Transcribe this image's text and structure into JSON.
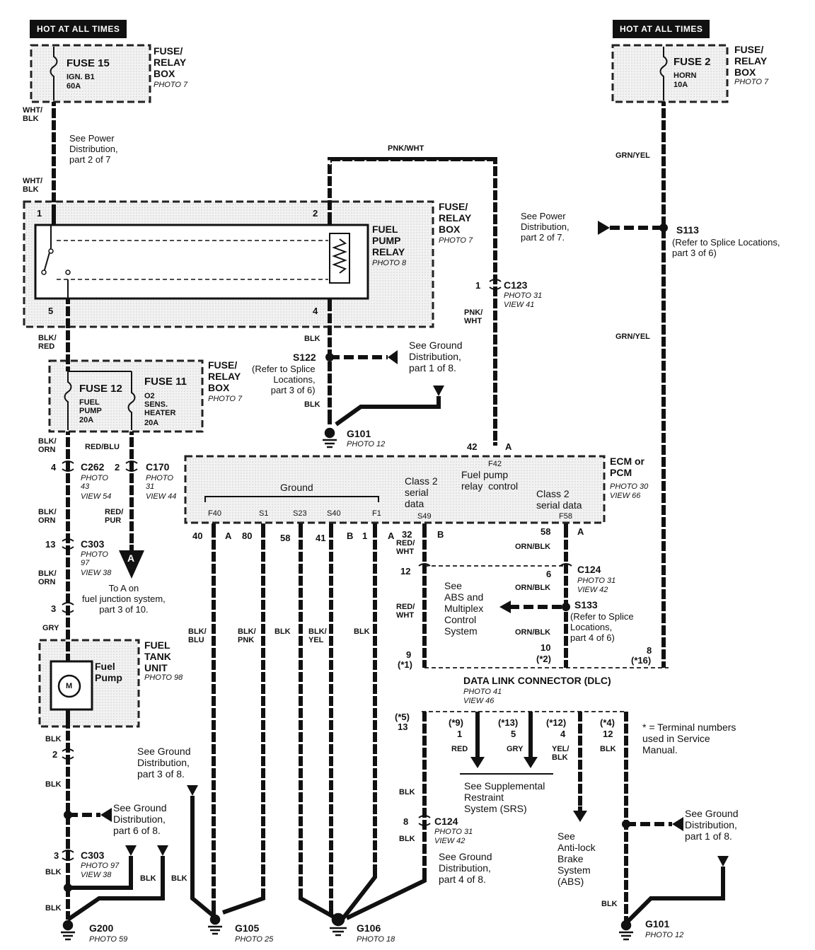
{
  "headers": {
    "left": "HOT AT ALL TIMES",
    "right": "HOT AT ALL TIMES"
  },
  "fuse15": {
    "name": "FUSE 15",
    "circuit": "IGN. B1",
    "rating": "60A"
  },
  "fuse2": {
    "name": "FUSE 2",
    "circuit": "HORN",
    "rating": "10A"
  },
  "fuse12": {
    "name": "FUSE 12",
    "circuit": "FUEL\nPUMP",
    "rating": "20A"
  },
  "fuse11": {
    "name": "FUSE 11",
    "circuit": "O2\nSENS.\nHEATER",
    "rating": "20A"
  },
  "boxes": {
    "frb_top_left": {
      "title": "FUSE/\nRELAY\nBOX",
      "photo": "PHOTO 7"
    },
    "frb_top_right": {
      "title": "FUSE/\nRELAY\nBOX",
      "photo": "PHOTO 7"
    },
    "frb_relay": {
      "title": "FUSE/\nRELAY\nBOX",
      "photo": "PHOTO 7"
    },
    "frb_fuses": {
      "title": "FUSE/\nRELAY\nBOX",
      "photo": "PHOTO 7"
    },
    "relay": {
      "title": "FUEL\nPUMP\nRELAY",
      "photo": "PHOTO 8"
    },
    "ecm": {
      "title": "ECM or\nPCM",
      "photo": "PHOTO 30",
      "view": "VIEW 66"
    },
    "fuel_tank": {
      "title": "FUEL\nTANK\nUNIT",
      "photo": "PHOTO 98",
      "pump": "Fuel\nPump",
      "motor": "M"
    },
    "dlc": {
      "title": "DATA LINK CONNECTOR (DLC)",
      "photo": "PHOTO 41",
      "view": "VIEW 46"
    }
  },
  "wires": {
    "wht_blk_1": "WHT/\nBLK",
    "wht_blk_2": "WHT/\nBLK",
    "pnk_wht_top": "PNK/WHT",
    "pnk_wht_side": "PNK/\nWHT",
    "grn_yel_1": "GRN/YEL",
    "grn_yel_2": "GRN/YEL",
    "blk_red": "BLK/\nRED",
    "blk_relay": "BLK",
    "blk_s122": "BLK",
    "blk_orn_1": "BLK/\nORN",
    "red_blu": "RED/BLU",
    "blk_orn_2": "BLK/\nORN",
    "red_pur": "RED/\nPUR",
    "blk_orn_3": "BLK/\nORN",
    "gry": "GRY",
    "blk_blu": "BLK/\nBLU",
    "blk_pnk": "BLK/\nPNK",
    "blk_58": "BLK",
    "blk_yel": "BLK/\nYEL",
    "blk_1": "BLK",
    "red_wht_1": "RED/\nWHT",
    "red_wht_2": "RED/\nWHT",
    "orn_blk_1": "ORN/BLK",
    "orn_blk_2": "ORN/BLK",
    "orn_blk_3": "ORN/BLK",
    "blk_pump": "BLK",
    "blk_2": "BLK",
    "blk_3": "BLK",
    "blk_4": "BLK",
    "blk_5": "BLK",
    "blk_c124": "BLK",
    "blk_c124b": "BLK",
    "red_dlc": "RED",
    "gry_dlc": "GRY",
    "yel_blk_dlc": "YEL/\nBLK",
    "blk_dlc12": "BLK",
    "blk_g101r": "BLK",
    "blk_g105": "BLK"
  },
  "pins": {
    "r1": "1",
    "r2": "2",
    "r5": "5",
    "r4": "4",
    "c123_1": "1",
    "c262_4": "4",
    "c170_2": "2",
    "c303_13": "13",
    "c303_3": "3",
    "pump_2": "2",
    "c303b_3": "3",
    "e40": "40",
    "eA1": "A",
    "e80": "80",
    "e58": "58",
    "e41": "41",
    "eB1": "B",
    "e1": "1",
    "eA2": "A",
    "e32": "32",
    "eB2": "B",
    "e58b": "58",
    "eA3": "A",
    "e42": "42",
    "eA4": "A",
    "c12": "12",
    "c6": "6",
    "d9": "9",
    "d9n": "(*1)",
    "d10": "10",
    "d10n": "(*2)",
    "d8": "8",
    "d8n": "(*16)",
    "d13n": "(*5)",
    "d13": "13",
    "d1n": "(*9)",
    "d1": "1",
    "d5n": "(*13)",
    "d5": "5",
    "d4n": "(*12)",
    "d4": "4",
    "d12n": "(*4)",
    "d12": "12",
    "c124_8": "8"
  },
  "ecm_pins": {
    "f40": "F40",
    "s1": "S1",
    "s23": "S23",
    "s40": "S40",
    "f1": "F1",
    "s49": "S49",
    "f58": "F58",
    "f42": "F42"
  },
  "ecm_text": {
    "ground": "Ground",
    "class2a": "Class 2\nserial\ndata",
    "fuelpump": "Fuel pump\nrelay  control",
    "class2b": "Class 2\nserial data"
  },
  "connectors": {
    "c123": {
      "name": "C123",
      "photo": "PHOTO 31",
      "view": "VIEW 41"
    },
    "c262": {
      "name": "C262",
      "photo": "PHOTO\n43",
      "view": "VIEW 54"
    },
    "c170": {
      "name": "C170",
      "photo": "PHOTO\n31",
      "view": "VIEW 44"
    },
    "c303": {
      "name": "C303",
      "photo": "PHOTO\n97",
      "view": "VIEW 38"
    },
    "c303b": {
      "name": "C303",
      "photo": "PHOTO 97",
      "view": "VIEW 38"
    },
    "c124": {
      "name": "C124",
      "photo": "PHOTO 31",
      "view": "VIEW 42"
    },
    "c124b": {
      "name": "C124",
      "photo": "PHOTO 31",
      "view": "VIEW 42"
    }
  },
  "splices": {
    "s122": {
      "name": "S122",
      "ref": "(Refer to Splice\nLocations,\npart 3 of 6)"
    },
    "s113": {
      "name": "S113",
      "ref": "(Refer to Splice Locations,\npart 3 of 6)"
    },
    "s133": {
      "name": "S133",
      "ref": "(Refer to Splice\nLocations,\npart 4 of 6)"
    }
  },
  "grounds": {
    "g101a": {
      "name": "G101",
      "photo": "PHOTO 12"
    },
    "g200": {
      "name": "G200",
      "photo": "PHOTO 59"
    },
    "g105": {
      "name": "G105",
      "photo": "PHOTO 25"
    },
    "g106": {
      "name": "G106",
      "photo": "PHOTO 18"
    },
    "g101b": {
      "name": "G101",
      "photo": "PHOTO 12"
    }
  },
  "notes": {
    "see_power_1": "See Power\nDistribution,\npart 2 of 7",
    "see_power_2": "See Power\nDistribution,\npart 2 of 7.",
    "see_ground_1": "See Ground\nDistribution,\npart 1 of 8.",
    "to_a": "To A on\nfuel junction system,\npart 3 of 10.",
    "arrow_a": "A",
    "see_abs_mux": "See\nABS and\nMultiplex\nControl\nSystem",
    "see_ground_3": "See Ground\nDistribution,\npart 3 of 8.",
    "see_ground_6": "See Ground\nDistribution,\npart 6 of 8.",
    "see_ground_4": "See Ground\nDistribution,\npart 4 of 8.",
    "see_srs": "See Supplemental\nRestraint\nSystem (SRS)",
    "see_abs": "See\nAnti-lock\nBrake\nSystem\n(ABS)",
    "see_ground_1b": "See Ground\nDistribution,\npart 1 of 8.",
    "terminal_note": "* = Terminal numbers\nused in Service\nManual."
  },
  "colors": {
    "ink": "#111111",
    "box_fill": "#eeeeee"
  }
}
